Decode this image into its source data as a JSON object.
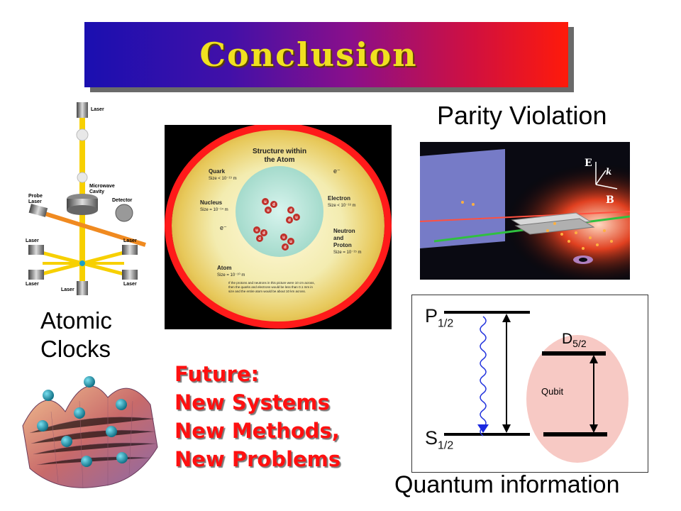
{
  "title": "Conclusion",
  "labels": {
    "parity": "Parity Violation",
    "atomic_line1": "Atomic",
    "atomic_line2": "Clocks",
    "quantum": "Quantum information"
  },
  "future": {
    "line1": "Future:",
    "line2": "New Systems",
    "line3": "New Methods,",
    "line4": "New Problems"
  },
  "atomic_clock": {
    "laser": "Laser",
    "microwave": "Microwave",
    "cavity": "Cavity",
    "probe": "Probe",
    "probe_laser": "Laser",
    "detector": "Detector"
  },
  "atom_figure": {
    "title_line1": "Structure within",
    "title_line2": "the Atom",
    "quark": "Quark",
    "quark_size": "Size < 10⁻¹⁹ m",
    "electron": "Electron",
    "electron_size": "Size < 10⁻¹⁸ m",
    "nucleus": "Nucleus",
    "nucleus_size": "Size = 10⁻¹⁴ m",
    "neutron_line1": "Neutron",
    "neutron_line2": "and",
    "neutron_line3": "Proton",
    "neutron_size": "Size = 10⁻¹⁵ m",
    "atom": "Atom",
    "atom_size": "Size = 10⁻¹⁰ m",
    "electron_symbol": "e⁻",
    "footnote_line1": "If the protons and neutrons in this picture were 10 cm across,",
    "footnote_line2": "then the quarks and electrons would be less than 0.1 mm in",
    "footnote_line3": "size and the entire atom would be about 10 km across.",
    "quark_u": "u",
    "quark_d": "d"
  },
  "parity_figure": {
    "e_field": "E",
    "k_vector": "k",
    "b_field": "B"
  },
  "quantum_diagram": {
    "p_level": "P",
    "p_sub": "1/2",
    "s_level": "S",
    "s_sub": "1/2",
    "d_level": "D",
    "d_sub": "5/2",
    "qubit": "Qubit"
  },
  "colors": {
    "title_text": "#f0e020",
    "future_text": "#ff1010",
    "atom_ring": "#ff1a1a",
    "qubit_ellipse": "#f7c9c4"
  }
}
